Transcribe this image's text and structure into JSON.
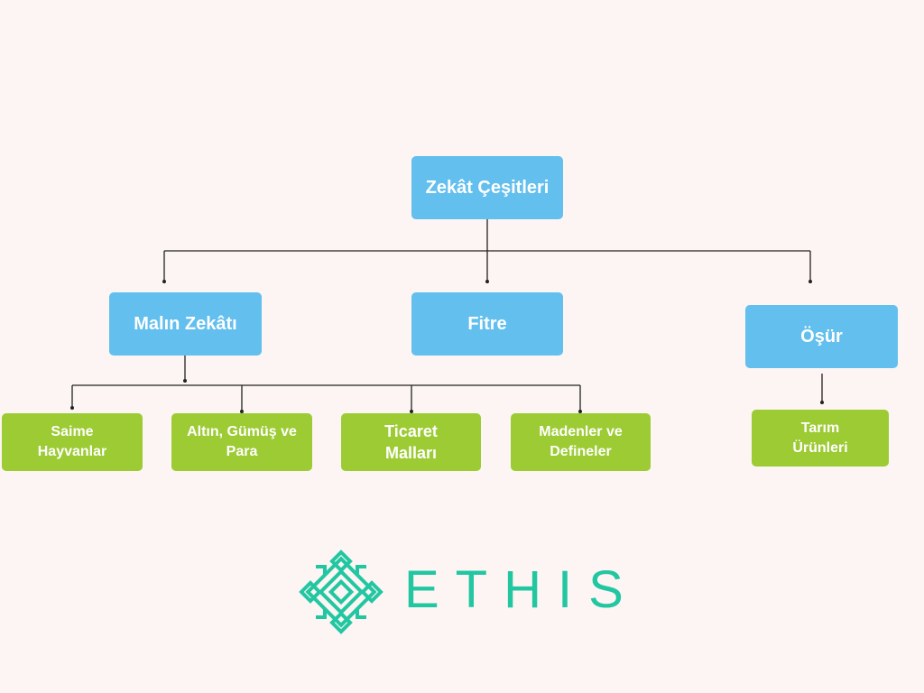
{
  "diagram": {
    "root": {
      "id": "root",
      "label": "Zekât Çeşitleri"
    },
    "level1": [
      {
        "id": "malin",
        "label": "Malın Zekâtı"
      },
      {
        "id": "fitre",
        "label": "Fitre"
      },
      {
        "id": "osur",
        "label": "Öşür"
      }
    ],
    "level2": [
      {
        "id": "saime",
        "parent": "malin",
        "lines": [
          "Saime",
          "Hayvanlar"
        ]
      },
      {
        "id": "altin",
        "parent": "malin",
        "lines": [
          "Altın, Gümüş ve",
          "Para"
        ]
      },
      {
        "id": "ticaret",
        "parent": "malin",
        "lines": [
          "Ticaret",
          "Malları"
        ]
      },
      {
        "id": "maden",
        "parent": "malin",
        "lines": [
          "Madenler ve",
          "Defineler"
        ]
      },
      {
        "id": "tarim",
        "parent": "osur",
        "lines": [
          "Tarım",
          "Ürünleri"
        ]
      }
    ],
    "colors": {
      "primary": "#62bfee",
      "secondary": "#9ccb34",
      "line": "#222222"
    }
  },
  "logo": {
    "text": "ETHIS",
    "color": "#22c7a2",
    "icon": "geometric-knot-icon"
  }
}
